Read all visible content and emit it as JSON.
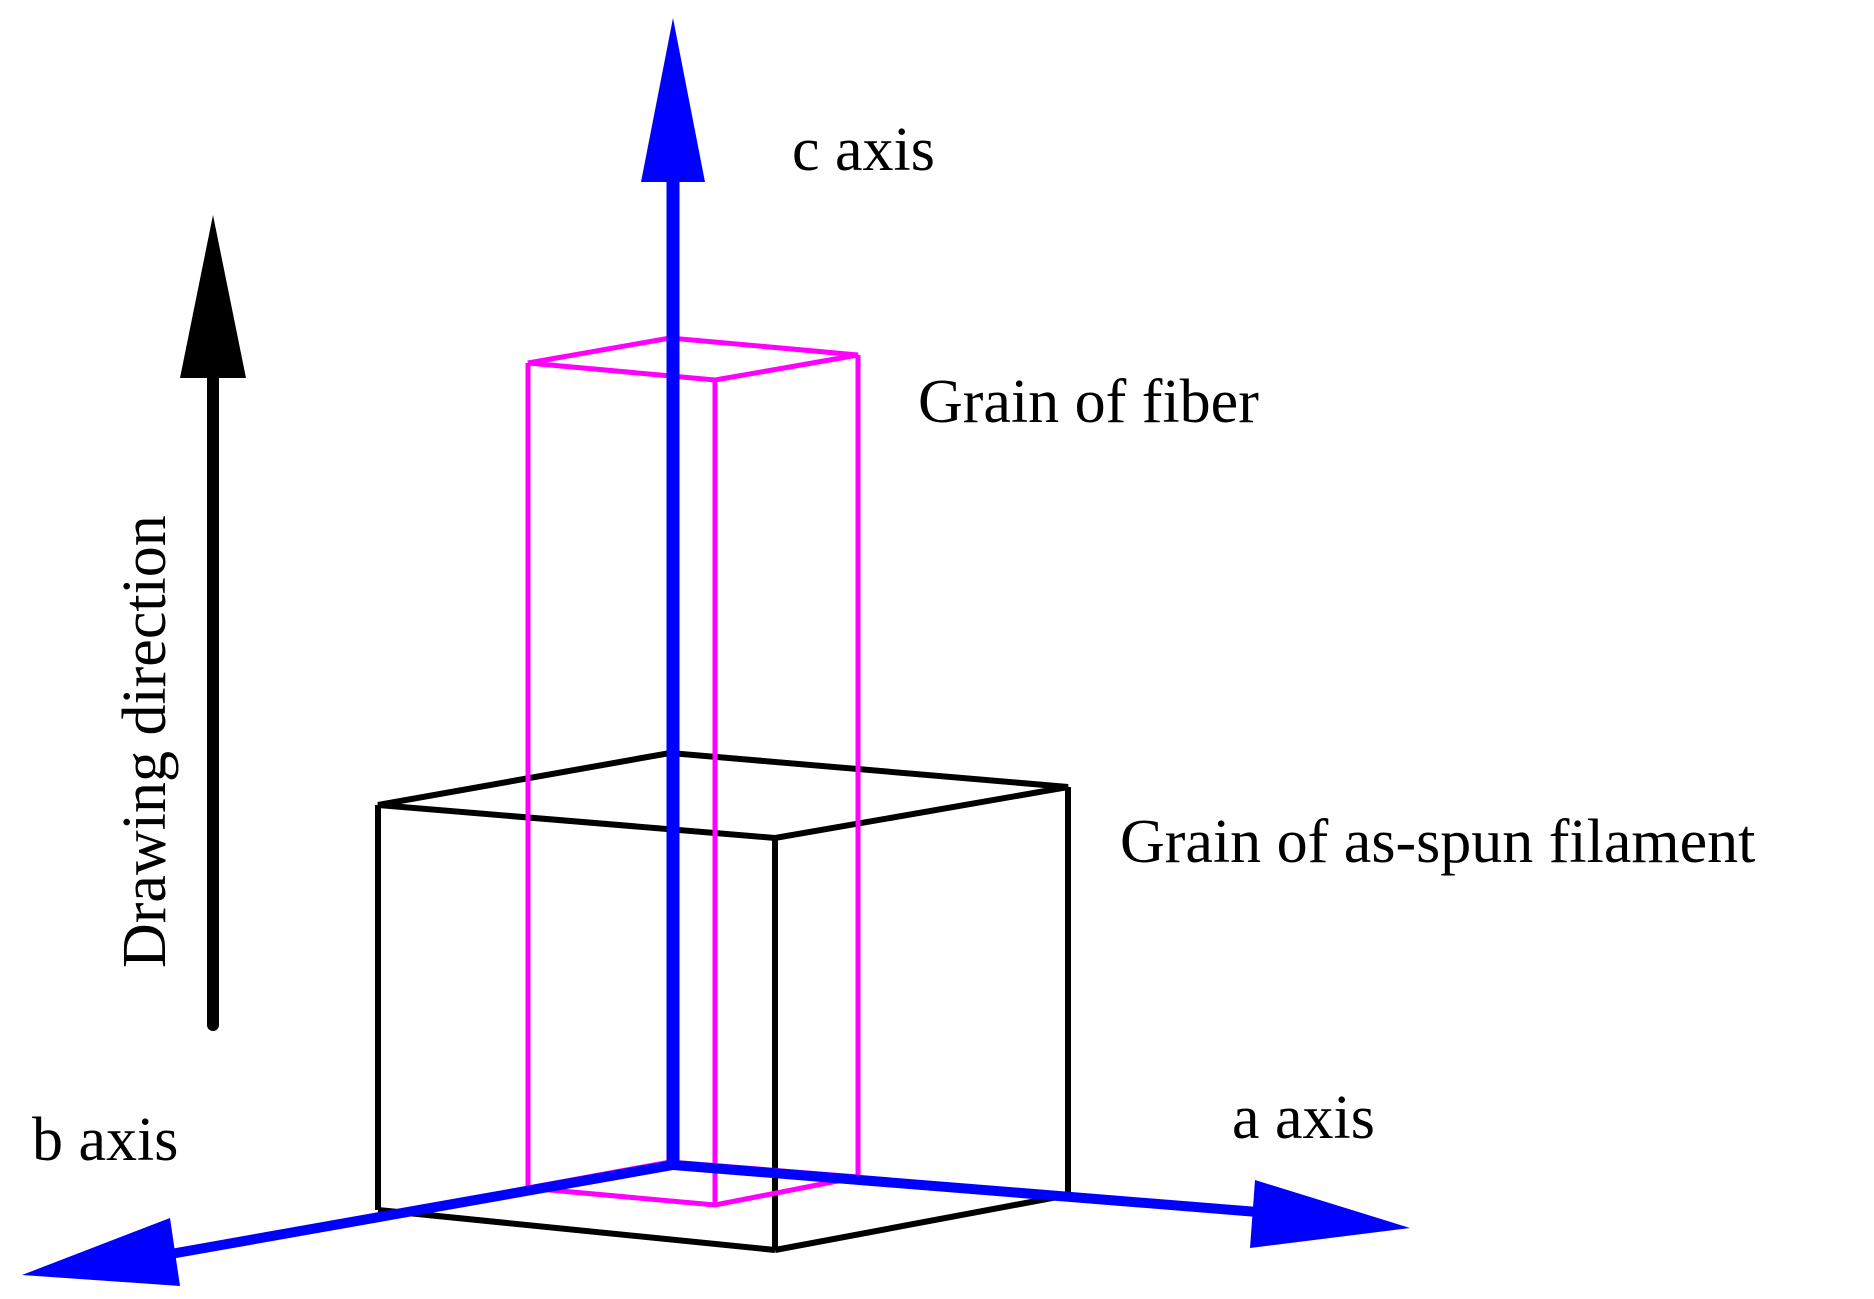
{
  "labels": {
    "c_axis": "c axis",
    "a_axis": "a axis",
    "b_axis": "b axis",
    "fiber_grain": "Grain of fiber",
    "filament_grain": "Grain of as-spun filament",
    "drawing_direction": "Drawing direction"
  },
  "colors": {
    "axes": "#0000ff",
    "fiber_grain": "#ff00ff",
    "filament_grain": "#000000",
    "drawing_arrow": "#000000",
    "background": "#ffffff"
  }
}
